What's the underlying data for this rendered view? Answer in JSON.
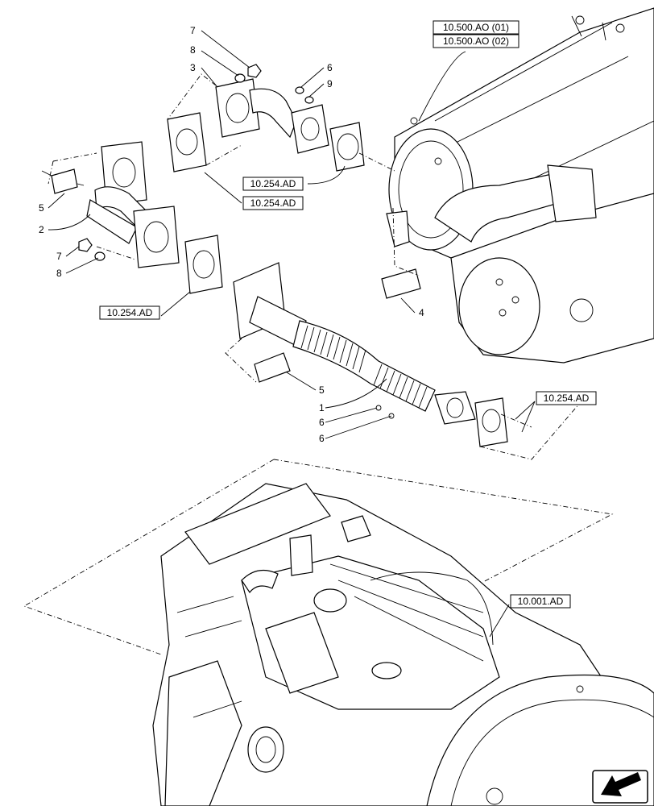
{
  "callouts": {
    "c1": "1",
    "c2": "2",
    "c3": "3",
    "c4": "4",
    "c5a": "5",
    "c5b": "5",
    "c6a": "6",
    "c6b": "6",
    "c6c": "6",
    "c7a": "7",
    "c7b": "7",
    "c8a": "8",
    "c8b": "8",
    "c9": "9"
  },
  "references": {
    "ao_01": "10.500.AO (01)",
    "ao_02": "10.500.AO (02)",
    "ad_gasket_upper": "10.254.AD",
    "ad_gasket_mid": "10.254.AD",
    "ad_gasket_left": "10.254.AD",
    "ad_gasket_right": "10.254.AD",
    "engine": "10.001.AD"
  },
  "nav_icon": "arrow-icon"
}
